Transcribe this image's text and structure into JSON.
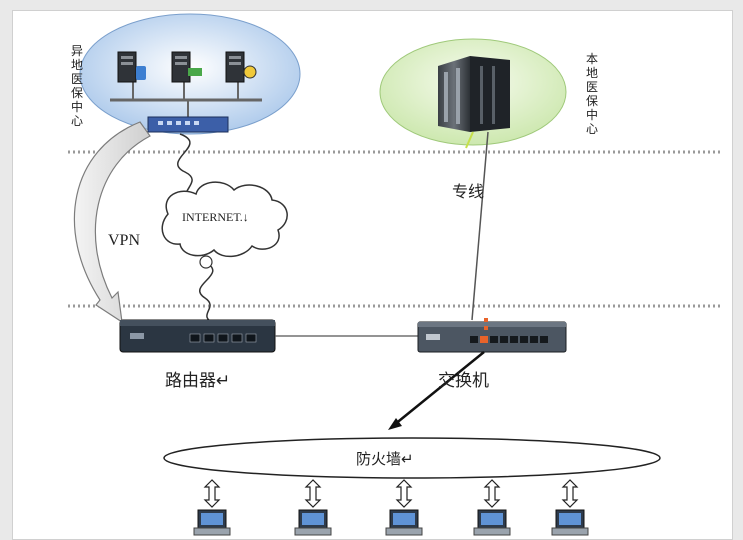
{
  "remote_center": {
    "label": "异地医保中心"
  },
  "local_center": {
    "label": "本地医保中心"
  },
  "links": {
    "internet_cloud": "INTERNET.↓",
    "vpn": "VPN",
    "dedicated_line": "专线"
  },
  "devices": {
    "router": "路由器↵",
    "switch": "交换机",
    "firewall": "防火墙↵"
  },
  "clients": {
    "count": 5
  },
  "colors": {
    "remote_ellipse": "#a9c7ea",
    "local_ellipse": "#d3ecb7",
    "dotted_line": "#9a9a9a",
    "device_body": "#2b3642",
    "accent_led": "#e8632a"
  }
}
